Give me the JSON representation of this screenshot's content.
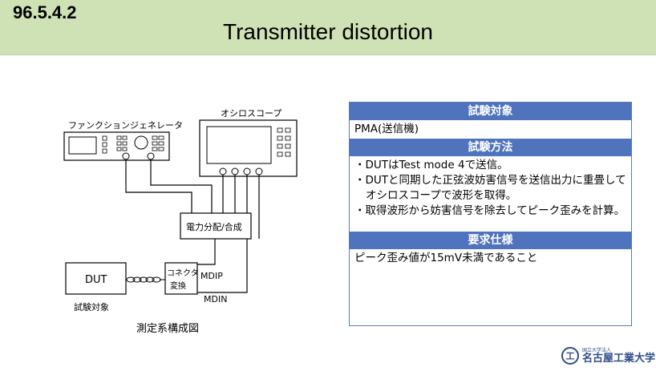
{
  "header": {
    "section_number": "96.5.4.2",
    "title": "Transmitter distortion"
  },
  "diagram": {
    "function_generator_label": "ファンクションジェネレータ",
    "oscilloscope_label": "オシロスコープ",
    "power_splitter_label": "電力分配/合成",
    "connector_label_line1": "コネクタ",
    "connector_label_line2": "変換",
    "dut_label": "DUT",
    "dut_caption": "試験対象",
    "mdip_label": "MDIP",
    "mdin_label": "MDIN",
    "caption": "測定系構成図"
  },
  "panel": {
    "target_heading": "試験対象",
    "target_text": "PMA(送信機)",
    "method_heading": "試験方法",
    "method_items": [
      "・DUTはTest mode 4で送信。",
      "・DUTと同期した正弦波妨害信号を送信出力に重畳してオシロスコープで波形を取得。",
      "・取得波形から妨害信号を除去してピーク歪みを計算。"
    ],
    "requirement_heading": "要求仕様",
    "requirement_text": "ピーク歪み値が15mV未満であること"
  },
  "logo": {
    "seal_char": "工",
    "small_text": "国立大学法人",
    "name": "名古屋工業大学"
  },
  "colors": {
    "header_bg": "#cfe2b5",
    "panel_heading_bg": "#4f73bd",
    "panel_border": "#5b78b8"
  }
}
